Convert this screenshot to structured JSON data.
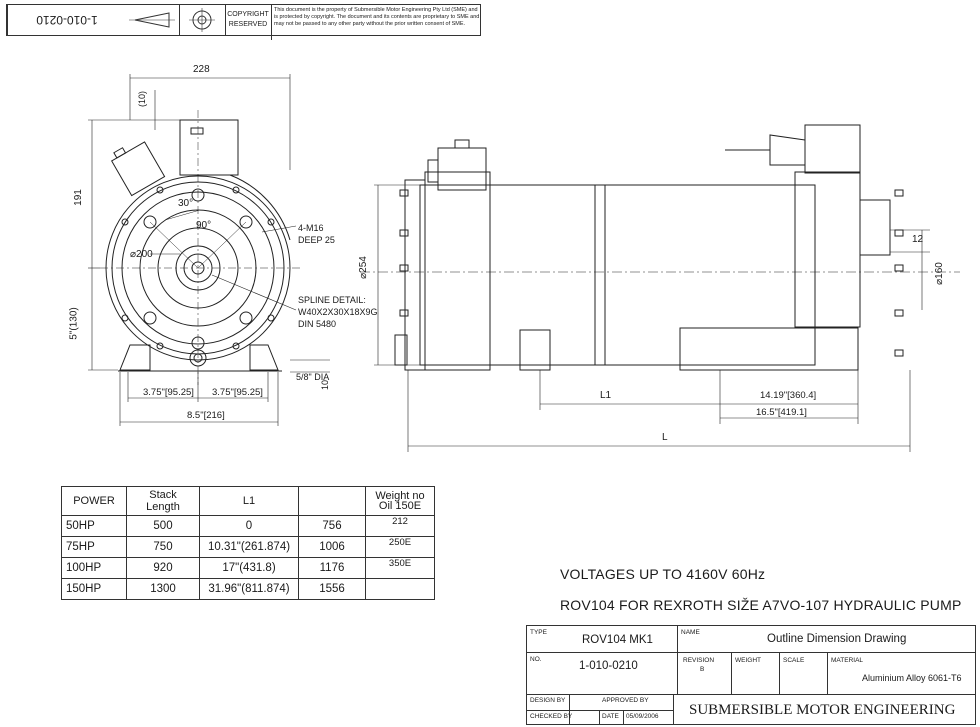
{
  "header": {
    "drawing_number": "1-010-0210",
    "copyright": [
      "COPYRIGHT",
      "RESERVED"
    ],
    "notice": "This document is the property of Submersible Motor Engineering Pty Ltd (SME) and is protected by copyright. The document and its contents are proprietary to SME and may not be passed to any other party without the prior written consent of SME."
  },
  "front_view": {
    "dims": {
      "width_top": "228",
      "top_small": "(10)",
      "height_left": "191",
      "lower_left": "5\"(130)",
      "angle_30": "30°",
      "angle_90": "90°",
      "dia_200": "⌀200",
      "bolt_spec": [
        "4-M16",
        "DEEP 25"
      ],
      "spline": [
        "SPLINE DETAIL:",
        "W40X2X30X18X9G",
        "DIN 5480"
      ],
      "pin_dia": "5/8\" DIA",
      "pin_h": "10",
      "half_left": "3.75\"[95.25]",
      "half_right": "3.75\"[95.25]",
      "base_width": "8.5\"[216]"
    }
  },
  "side_view": {
    "dims": {
      "dia_254": "⌀254",
      "dia_160": "⌀160",
      "dim_12": "12",
      "l1": "L1",
      "d_360": "14.19\"[360.4]",
      "d_419": "16.5\"[419.1]",
      "l": "L"
    }
  },
  "table": {
    "headers": [
      "POWER",
      "Stack Length",
      "L1",
      "",
      "Weight no Oil 150E"
    ],
    "rows": [
      [
        "50HP",
        "500",
        "0",
        "756",
        "212"
      ],
      [
        "75HP",
        "750",
        "10.31\"(261.874)",
        "1006",
        "250E"
      ],
      [
        "100HP",
        "920",
        "17\"(431.8)",
        "1176",
        "350E"
      ],
      [
        "150HP",
        "1300",
        "31.96\"(811.874)",
        "1556",
        ""
      ]
    ]
  },
  "notes": {
    "voltage": "VOLTAGES UP TO 4160V 60Hz",
    "pump": "ROV104 FOR REXROTH SIŽE A7VO-107  HYDRAULIC PUMP"
  },
  "title_block": {
    "type_label": "TYPE",
    "type_value": "ROV104 MK1",
    "name_label": "NAME",
    "name_value": "Outline Dimension Drawing",
    "no_label": "NO.",
    "no_value": "1-010-0210",
    "revision_label": "REVISION",
    "revision_value": "B",
    "weight_label": "WEIGHT",
    "scale_label": "SCALE",
    "material_label": "MATERIAL",
    "material_value": "Aluminium Alloy 6061-T6",
    "design_label": "DESIGN BY",
    "approved_label": "APPROVED BY",
    "checked_label": "CHECKED BY",
    "date_label": "DATE",
    "date_value": "05/09/2006",
    "company": "SUBMERSIBLE MOTOR ENGINEERING"
  }
}
